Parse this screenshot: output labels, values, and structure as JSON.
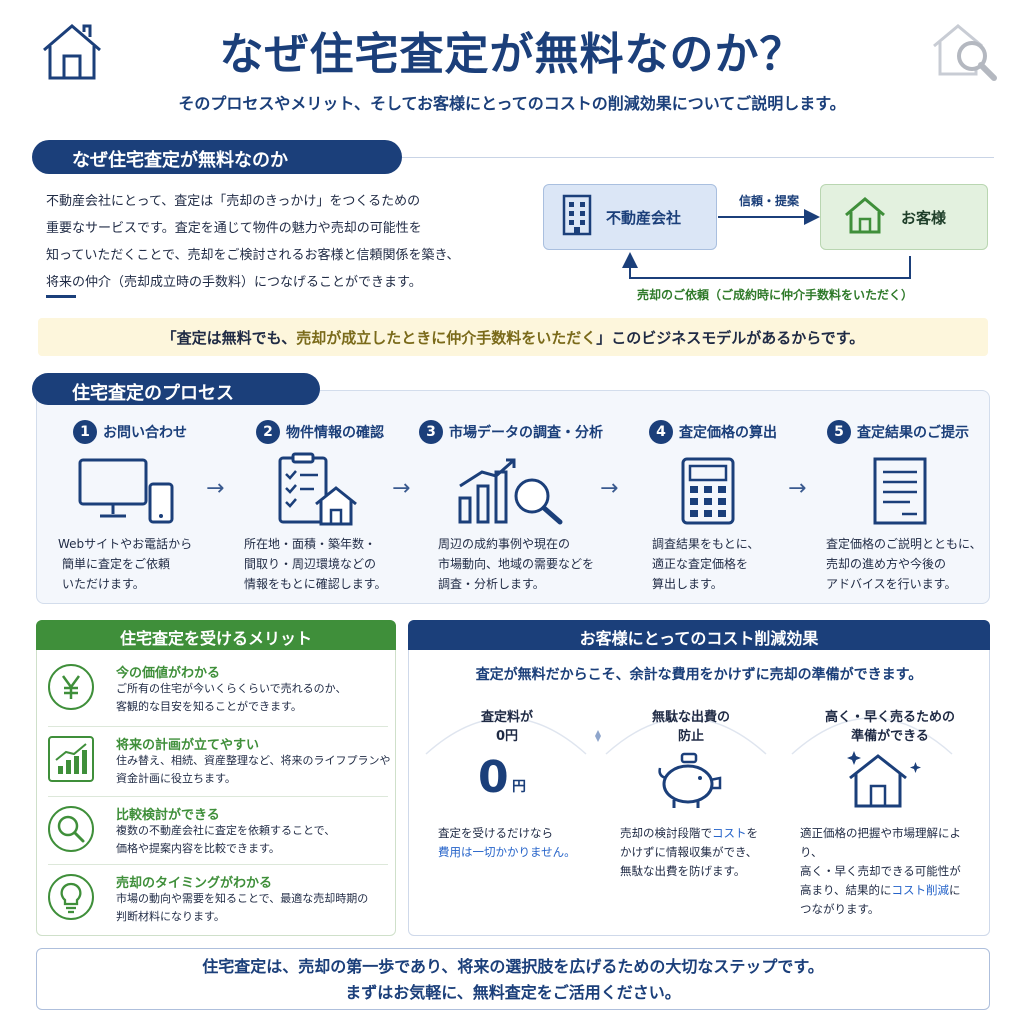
{
  "header": {
    "title": "なぜ住宅査定が無料なのか？",
    "subtitle": "そのプロセスやメリット、そしてお客様にとってのコストの削減効果についてご説明します。"
  },
  "section1": {
    "heading": "なぜ住宅査定が無料なのか",
    "intro_lines": [
      "不動産会社にとって、査定は「売却のきっかけ」をつくるための",
      "重要なサービスです。査定を通じて物件の魅力や売却の可能性を",
      "知っていただくことで、売却をご検討されるお客様と信頼関係を築き、",
      "将来の仲介（売却成立時の手数料）につなげることができます。"
    ],
    "flow": {
      "company": "不動産会社",
      "customer": "お客様",
      "top_label": "信頼・提案",
      "bottom_label": "売却のご依頼（ご成約時に仲介手数料をいただく）"
    },
    "highlight": {
      "part1": "「査定は無料でも、",
      "part2": "売却が成立したときに仲介手数料をいただく",
      "part3": "」このビジネスモデルがあるからです。"
    }
  },
  "section2": {
    "heading": "住宅査定のプロセス",
    "steps": [
      {
        "num": "1",
        "title": "お問い合わせ",
        "lines": [
          "Webサイトやお電話から",
          "簡単に査定をご依頼",
          "いただけます。"
        ]
      },
      {
        "num": "2",
        "title": "物件情報の確認",
        "lines": [
          "所在地・面積・築年数・",
          "間取り・周辺環境などの",
          "情報をもとに確認します。"
        ]
      },
      {
        "num": "3",
        "title": "市場データの調査・分析",
        "lines": [
          "周辺の成約事例や現在の",
          "市場動向、地域の需要などを",
          "調査・分析します。"
        ]
      },
      {
        "num": "4",
        "title": "査定価格の算出",
        "lines": [
          "調査結果をもとに、",
          "適正な査定価格を",
          "算出します。"
        ]
      },
      {
        "num": "5",
        "title": "査定結果のご提示",
        "lines": [
          "査定価格のご説明とともに、",
          "売却の進め方や今後の",
          "アドバイスを行います。"
        ]
      }
    ]
  },
  "merit": {
    "heading": "住宅査定を受けるメリット",
    "items": [
      {
        "icon": "yen-icon",
        "title": "今の価値がわかる",
        "lines": [
          "ご所有の住宅が今いくらくらいで売れるのか、",
          "客観的な目安を知ることができます。"
        ]
      },
      {
        "icon": "growth-chart-icon",
        "title": "将来の計画が立てやすい",
        "lines": [
          "住み替え、相続、資産整理など、将来のライフプランや",
          "資金計画に役立ちます。"
        ]
      },
      {
        "icon": "magnifier-icon",
        "title": "比較検討ができる",
        "lines": [
          "複数の不動産会社に査定を依頼することで、",
          "価格や提案内容を比較できます。"
        ]
      },
      {
        "icon": "lightbulb-icon",
        "title": "売却のタイミングがわかる",
        "lines": [
          "市場の動向や需要を知ることで、最適な売却時期の",
          "判断材料になります。"
        ]
      }
    ]
  },
  "cost": {
    "heading": "お客様にとってのコスト削減効果",
    "lead": "査定が無料だからこそ、余計な費用をかけずに売却の準備ができます。",
    "col1": {
      "title_lines": [
        "査定料が",
        "0円"
      ],
      "big": "0",
      "unit": "円",
      "desc1": "査定を受けるだけなら",
      "desc2": "費用は一切かかりません。"
    },
    "col2": {
      "title_lines": [
        "無駄な出費の",
        "防止"
      ],
      "desc_a": "売却の検討段階で",
      "desc_b": "コスト",
      "desc_c": "を",
      "desc_lines": [
        "かけずに情報収集ができ、",
        "無駄な出費を防げます。"
      ]
    },
    "col3": {
      "title_lines": [
        "高く・早く売るための",
        "準備ができる"
      ],
      "desc_lines": [
        "適正価格の把握や市場理解により、",
        "高く・早く売却できる可能性が"
      ],
      "desc_a": "高まり、結果的に",
      "desc_b": "コスト削減",
      "desc_c": "に",
      "desc_last": "つながります。"
    }
  },
  "footer": {
    "line1": "住宅査定は、売却の第一歩であり、将来の選択肢を広げるための大切なステップです。",
    "line2": "まずはお気軽に、無料査定をご活用ください。"
  },
  "colors": {
    "navy": "#1b3f7a",
    "green": "#3f8f3a",
    "highlight_bg": "#fdf6dc",
    "blue_text": "#2563c9"
  }
}
